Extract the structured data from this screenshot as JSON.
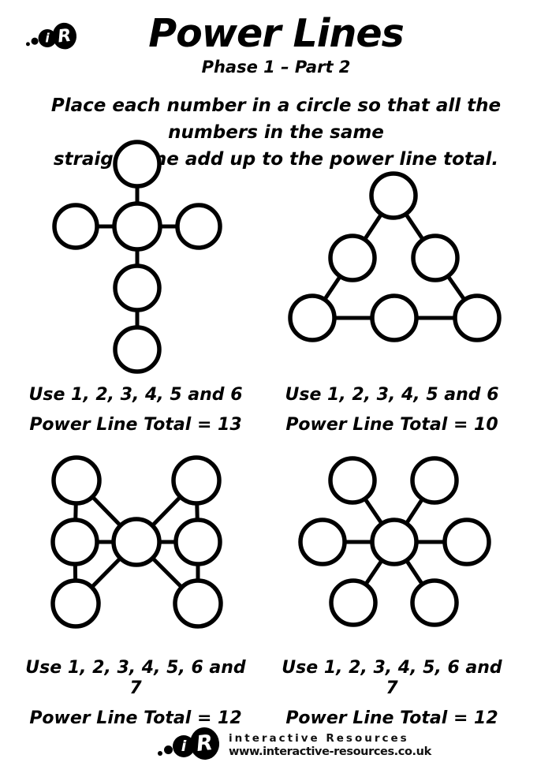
{
  "header": {
    "title": "Power Lines",
    "subtitle": "Phase 1 – Part 2",
    "logo_letters": {
      "i": "i",
      "r": "R"
    }
  },
  "instructions": {
    "line1": "Place each number in a circle so that all the numbers in the same",
    "line2": "straight line add up to the power line total."
  },
  "puzzles": [
    {
      "shape": "cross",
      "use_label": "Use 1, 2, 3, 4, 5 and 6",
      "total_label": "Power Line Total = 13",
      "nodes": [
        [
          174,
          208,
          28
        ],
        [
          96,
          287,
          27
        ],
        [
          174,
          287,
          29
        ],
        [
          252,
          287,
          27
        ],
        [
          174,
          365,
          28
        ],
        [
          174,
          443,
          28
        ]
      ],
      "edges": [
        [
          0,
          2
        ],
        [
          1,
          2
        ],
        [
          2,
          3
        ],
        [
          2,
          4
        ],
        [
          4,
          5
        ]
      ]
    },
    {
      "shape": "triangle",
      "use_label": "Use 1, 2, 3, 4, 5 and 6",
      "total_label": "Power Line Total = 10",
      "nodes": [
        [
          499,
          248,
          28
        ],
        [
          447,
          327,
          28
        ],
        [
          552,
          327,
          28
        ],
        [
          396,
          403,
          28
        ],
        [
          500,
          403,
          28
        ],
        [
          605,
          403,
          28
        ]
      ],
      "edges": [
        [
          0,
          1
        ],
        [
          0,
          2
        ],
        [
          1,
          3
        ],
        [
          2,
          5
        ],
        [
          3,
          4
        ],
        [
          4,
          5
        ]
      ]
    },
    {
      "shape": "butterfly",
      "use_label": "Use 1, 2, 3, 4, 5, 6 and 7",
      "total_label": "Power Line Total = 12",
      "nodes": [
        [
          97,
          609,
          29
        ],
        [
          95,
          687,
          28
        ],
        [
          96,
          765,
          29
        ],
        [
          173,
          687,
          29
        ],
        [
          249,
          609,
          29
        ],
        [
          251,
          687,
          28
        ],
        [
          251,
          765,
          29
        ]
      ],
      "edges": [
        [
          0,
          1
        ],
        [
          1,
          2
        ],
        [
          4,
          5
        ],
        [
          5,
          6
        ],
        [
          3,
          0
        ],
        [
          3,
          1
        ],
        [
          3,
          2
        ],
        [
          3,
          4
        ],
        [
          3,
          5
        ],
        [
          3,
          6
        ]
      ]
    },
    {
      "shape": "star",
      "use_label": "Use 1, 2, 3, 4, 5, 6 and 7",
      "total_label": "Power Line Total = 12",
      "nodes": [
        [
          500,
          687,
          28
        ],
        [
          447,
          609,
          28
        ],
        [
          551,
          609,
          28
        ],
        [
          409,
          687,
          28
        ],
        [
          592,
          687,
          28
        ],
        [
          448,
          764,
          28
        ],
        [
          551,
          764,
          28
        ]
      ],
      "edges": [
        [
          0,
          1
        ],
        [
          0,
          2
        ],
        [
          0,
          3
        ],
        [
          0,
          4
        ],
        [
          0,
          5
        ],
        [
          0,
          6
        ]
      ]
    }
  ],
  "footer": {
    "brand": "interactive Resources",
    "url": "www.interactive-resources.co.uk",
    "logo_letters": {
      "i": "i",
      "r": "R"
    }
  },
  "colors": {
    "ink": "#000000",
    "paper": "#ffffff"
  },
  "graph_style": {
    "circle_stroke": 5.5,
    "edge_stroke": 5
  }
}
